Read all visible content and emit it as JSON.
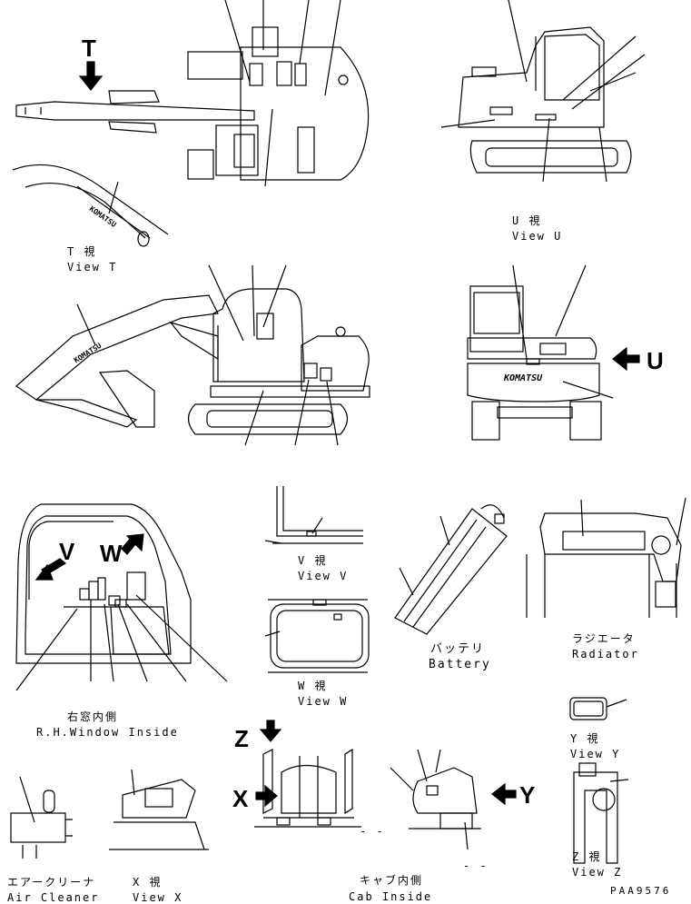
{
  "letters": {
    "T": "T",
    "U": "U",
    "V": "V",
    "W": "W",
    "X": "X",
    "Y": "Y",
    "Z": "Z"
  },
  "brand": "KOMATSU",
  "views": {
    "t_jp": "T 視",
    "t_en": "View T",
    "u_jp": "U 視",
    "u_en": "View U",
    "v_jp": "V 視",
    "v_en": "View V",
    "w_jp": "W 視",
    "w_en": "View W",
    "x_jp": "X 視",
    "x_en": "View X",
    "y_jp": "Y 視",
    "y_en": "View Y",
    "z_jp": "Z 視",
    "z_en": "View Z"
  },
  "captions": {
    "window_jp": "右窓内側",
    "window_en": "R.H.Window Inside",
    "battery_jp": "バッテリ",
    "battery_en": "Battery",
    "radiator_jp": "ラジエータ",
    "radiator_en": "Radiator",
    "air_jp": "エアークリーナ",
    "air_en": "Air Cleaner",
    "cab_jp": "キャブ内側",
    "cab_en": "Cab Inside"
  },
  "dashes": [
    "- -",
    "- -"
  ],
  "drawing_code": "PAA9576"
}
